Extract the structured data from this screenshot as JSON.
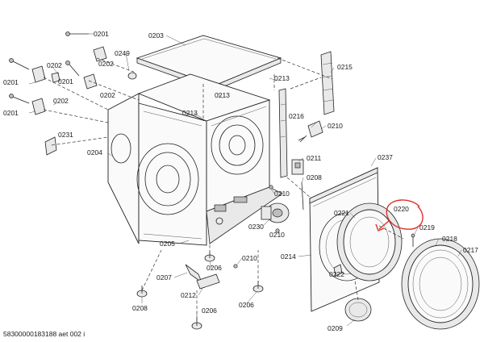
{
  "doc_id": "58300000183188 aet 002 i",
  "labels": {
    "l0201a": "0201",
    "l0201b": "0201",
    "l0201c": "0201",
    "l0202a": "0202",
    "l0202b": "0202",
    "l0202c": "0202",
    "l0202d": "0202",
    "l0203": "0203",
    "l0249": "0249",
    "l0213a": "0213",
    "l0213b": "0213",
    "l0213c": "0213",
    "l0215": "0215",
    "l0231": "0231",
    "l0204": "0204",
    "l0216": "0216",
    "l0210a": "0210",
    "l0211": "0211",
    "l0237": "0237",
    "l0208a": "0208",
    "l0210b": "0210",
    "l0221": "0221",
    "l0220": "0220",
    "l0230": "0230",
    "l0210c": "0210",
    "l0219": "0219",
    "l0218": "0218",
    "l0217": "0217",
    "l0205": "0205",
    "l0214": "0214",
    "l0206a": "0206",
    "l0210d": "0210",
    "l0222": "0222",
    "l0207": "0207",
    "l0212": "0212",
    "l0208b": "0208",
    "l0206b": "0206",
    "l0206c": "0206",
    "l0209": "0209"
  },
  "colors": {
    "annotation": "#e0302a",
    "line": "#222222"
  }
}
